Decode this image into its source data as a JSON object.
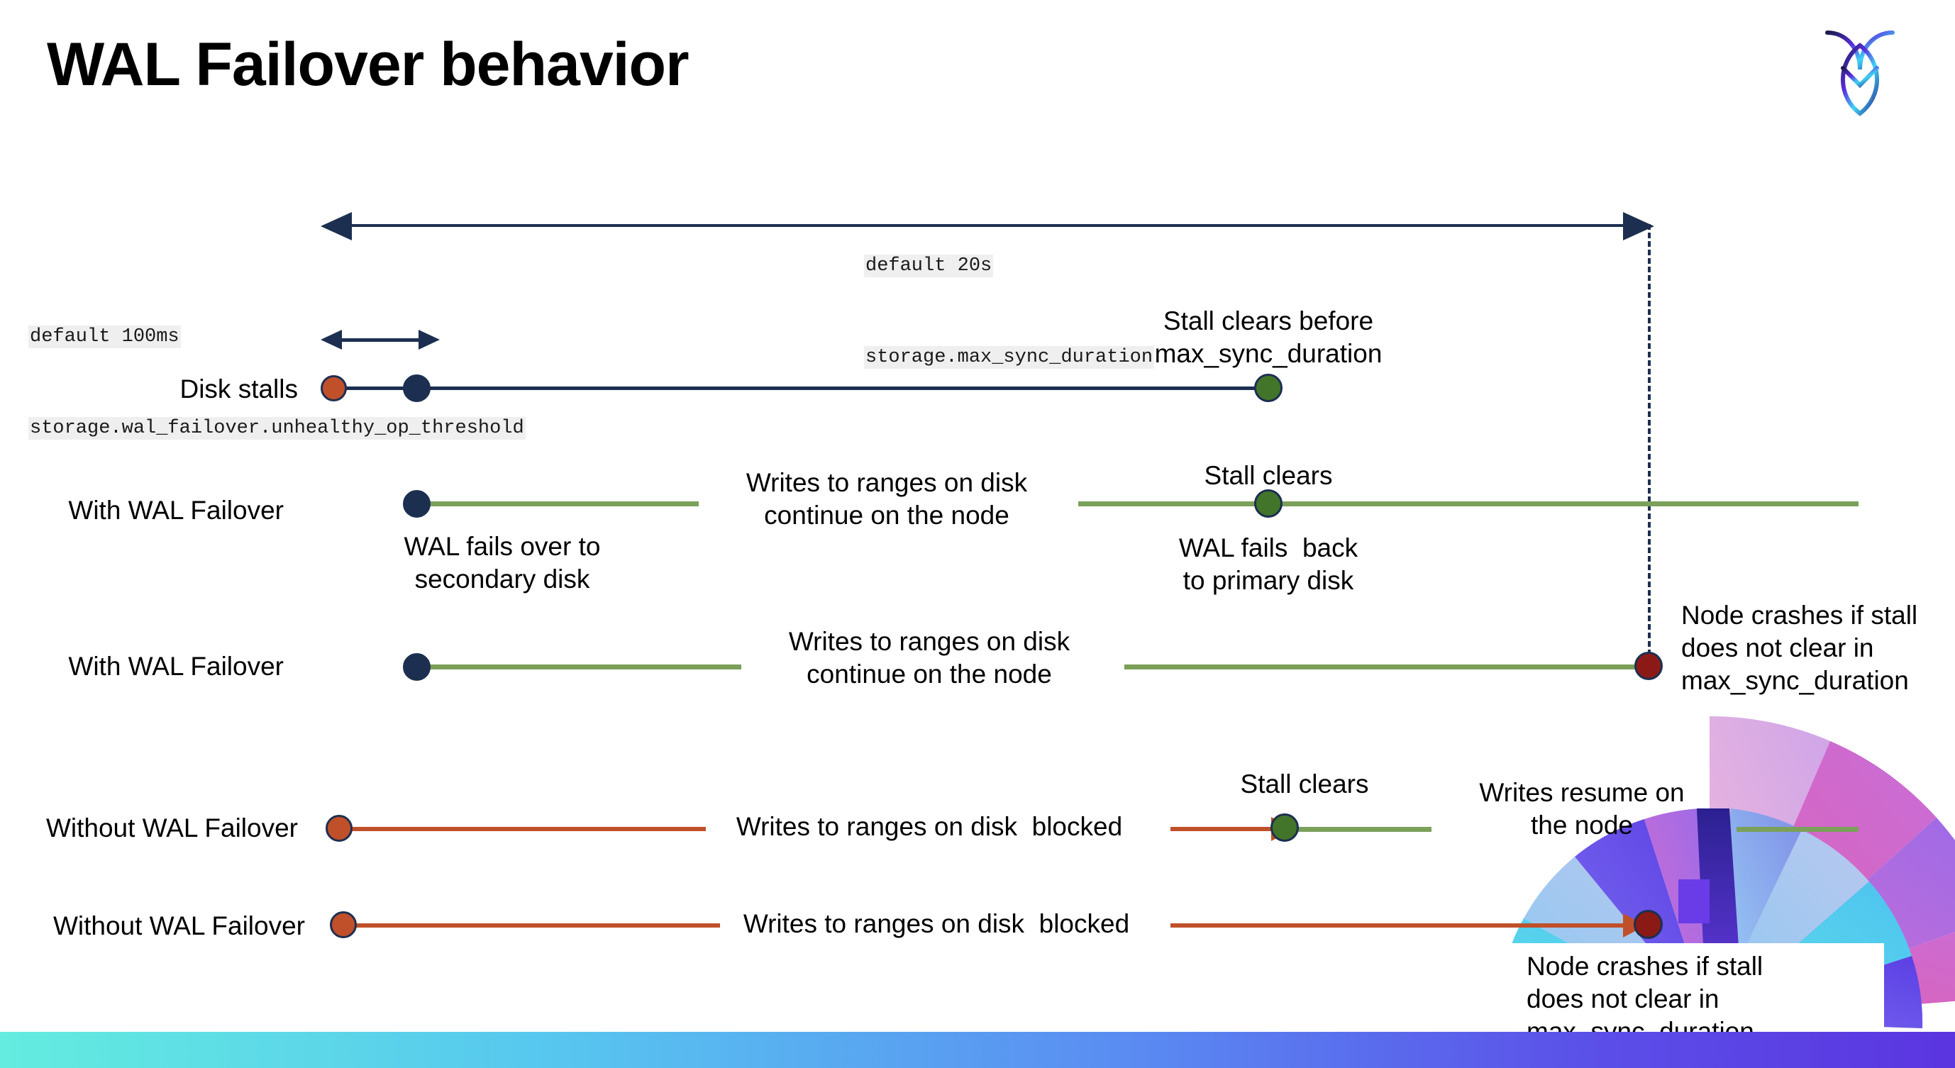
{
  "slide": {
    "title": "WAL Failover behavior",
    "logo_icon": "cockroachdb-logo-icon",
    "background": "#ffffff",
    "accent_colors": {
      "navy": "#1d2f50",
      "green_line": "#7aa05a",
      "green_dot": "#42752a",
      "rust": "#c0502a",
      "dark_red": "#8b1a16",
      "code_chip_bg": "#efefef",
      "bottom_bar_from": "#63ecdf",
      "bottom_bar_to": "#5b35e0"
    }
  },
  "annotations": {
    "max_sync": {
      "default": "default 20s",
      "setting": "storage.max_sync_duration"
    },
    "unhealthy_op": {
      "default": "default 100ms",
      "setting": "storage.wal_failover.unhealthy_op_threshold"
    }
  },
  "rows": [
    {
      "id": "disk-stalls",
      "label": "Disk stalls",
      "notes": [
        {
          "id": "stall-clears-before",
          "text": "Stall clears before\nmax_sync_duration"
        }
      ]
    },
    {
      "id": "with-wal-failover-1",
      "label": "With WAL Failover",
      "notes": [
        {
          "id": "wal-fails-over",
          "text": "WAL fails over to\nsecondary disk"
        },
        {
          "id": "writes-continue-1",
          "text": "Writes to ranges on disk\ncontinue on the node"
        },
        {
          "id": "stall-clears-1",
          "text": "Stall clears"
        },
        {
          "id": "wal-fails-back",
          "text": "WAL fails  back\nto primary disk"
        }
      ]
    },
    {
      "id": "with-wal-failover-2",
      "label": "With WAL Failover",
      "notes": [
        {
          "id": "writes-continue-2",
          "text": "Writes to ranges on disk\ncontinue on the node"
        },
        {
          "id": "node-crashes-1",
          "text": "Node crashes if stall\ndoes not clear in\nmax_sync_duration"
        }
      ]
    },
    {
      "id": "without-wal-failover-1",
      "label": "Without WAL Failover",
      "notes": [
        {
          "id": "writes-blocked-1",
          "text": "Writes to ranges on disk  blocked"
        },
        {
          "id": "stall-clears-2",
          "text": "Stall clears"
        },
        {
          "id": "writes-resume",
          "text": "Writes resume on\nthe node"
        }
      ]
    },
    {
      "id": "without-wal-failover-2",
      "label": "Without WAL Failover",
      "notes": [
        {
          "id": "writes-blocked-2",
          "text": "Writes to ranges on disk  blocked"
        },
        {
          "id": "node-crashes-2",
          "text": "Node crashes if stall\ndoes not clear in\nmax_sync_duration"
        }
      ]
    }
  ],
  "markers": {
    "stall_start": "stall-start-marker",
    "failover_start": "failover-start-marker",
    "stall_clear": "stall-clear-marker",
    "node_crash": "node-crash-marker"
  }
}
